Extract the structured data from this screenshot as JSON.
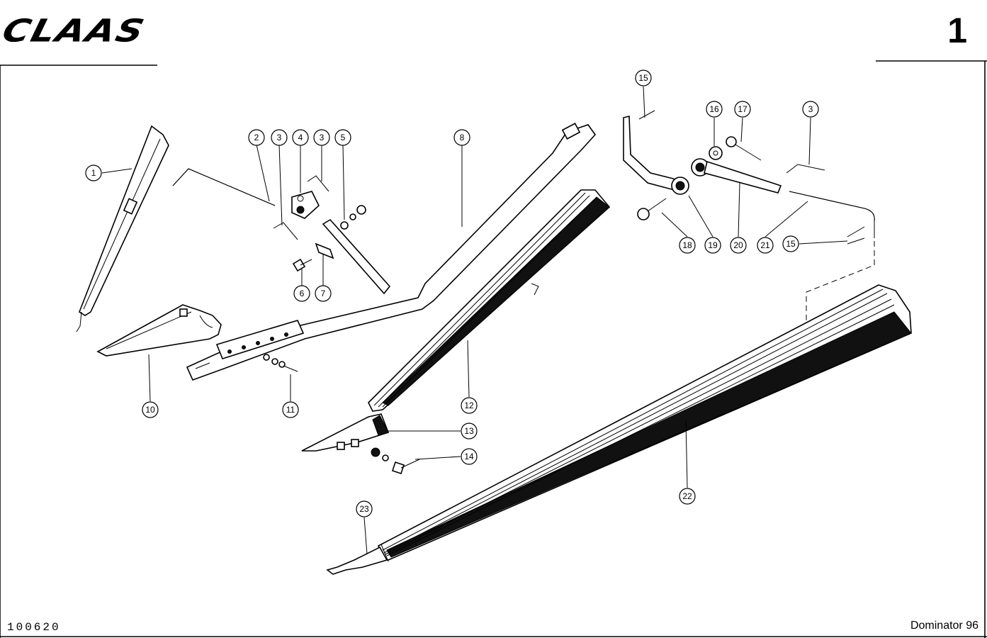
{
  "header": {
    "logo_text": "CLAAS",
    "page_number": "1"
  },
  "footer": {
    "drawing_code": "100620",
    "model": "Dominator 96"
  },
  "callouts": [
    "1",
    "2",
    "3",
    "4",
    "3",
    "5",
    "6",
    "7",
    "8",
    "10",
    "11",
    "12",
    "13",
    "14",
    "15",
    "16",
    "17",
    "3",
    "18",
    "19",
    "20",
    "21",
    "15",
    "22",
    "23"
  ]
}
